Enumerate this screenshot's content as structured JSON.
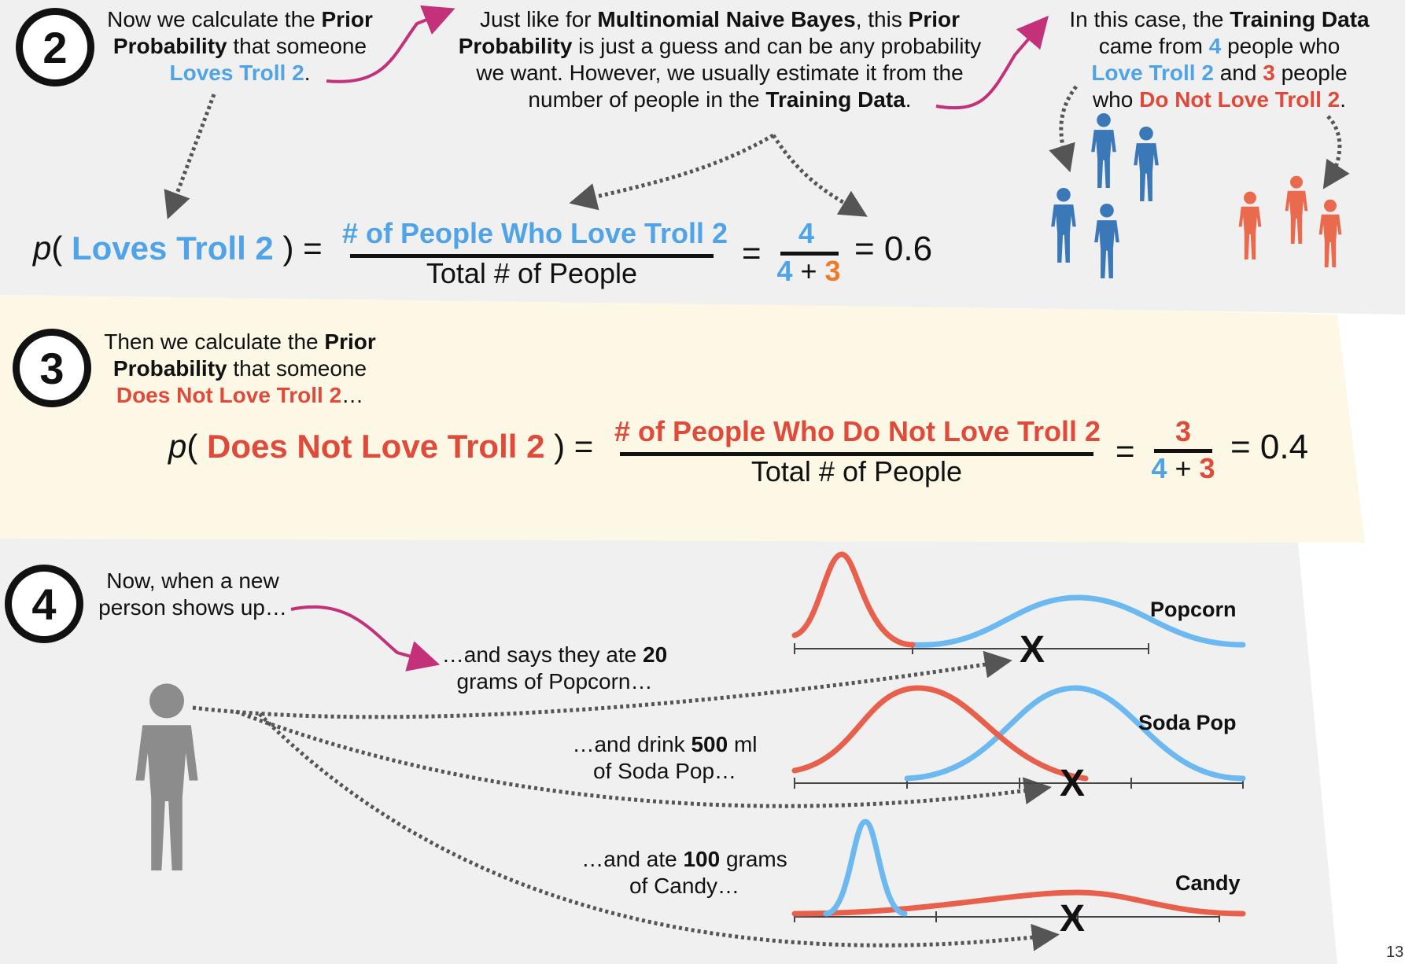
{
  "step2": {
    "number": "2",
    "intro": {
      "t1": "Now we calculate the ",
      "b1": "Prior",
      "b2": "Probability",
      "t2": " that someone",
      "blue": "Loves Troll 2",
      "t3": "."
    },
    "middle": {
      "t1": "Just like for ",
      "b1": "Multinomial Naive Bayes",
      "t2": ", this ",
      "b2": "Prior",
      "b3": "Probability",
      "t3": " is just a guess and can be any probability",
      "line3": "we want. However, we usually estimate it from the",
      "t4": "number of people in the ",
      "b4": "Training Data",
      "t5": "."
    },
    "right": {
      "t1": "In this case, the ",
      "b1": "Training Data",
      "t2": "came from ",
      "n1": "4",
      "t3": " people who",
      "blue": "Love Troll 2",
      "t4": " and ",
      "n2": "3",
      "t5": " people",
      "t6": "who ",
      "red": "Do Not Love Troll 2",
      "t7": "."
    },
    "formula": {
      "p": "p",
      "open": "( ",
      "label": "Loves Troll 2",
      "close": " ) =",
      "numerator": "# of People Who Love Troll 2",
      "denominator": "Total # of People",
      "eq": "=",
      "num": "4",
      "den_a": "4",
      "plus": " + ",
      "den_b": "3",
      "result": "= 0.6"
    }
  },
  "step3": {
    "number": "3",
    "intro": {
      "t1": "Then we calculate the ",
      "b1": "Prior",
      "b2": "Probability",
      "t2": " that someone",
      "red": "Does Not Love Troll 2",
      "t3": "…"
    },
    "formula": {
      "p": "p",
      "open": "( ",
      "label": "Does Not Love Troll 2",
      "close": " ) =",
      "numerator": "# of People Who Do Not Love Troll 2",
      "denominator": "Total # of People",
      "eq": "=",
      "num": "3",
      "den_a": "4",
      "plus": " + ",
      "den_b": "3",
      "result": "= 0.4"
    }
  },
  "step4": {
    "number": "4",
    "intro": {
      "l1": "Now, when a new",
      "l2": "person shows up…"
    },
    "popcorn_text": {
      "t1": "…and says they ate ",
      "b1": "20",
      "l2": "grams of Popcorn…"
    },
    "soda_text": {
      "t1": "…and drink ",
      "b1": "500",
      "t2": " ml",
      "l2": "of Soda Pop…"
    },
    "candy_text": {
      "t1": "…and ate ",
      "b1": "100",
      "t2": " grams",
      "l2": "of Candy…"
    },
    "curves": [
      {
        "label": "Popcorn",
        "marker": "X"
      },
      {
        "label": "Soda Pop",
        "marker": "X"
      },
      {
        "label": "Candy",
        "marker": "X"
      }
    ]
  },
  "colors": {
    "loves": "#6bb9f0",
    "does_not_love": "#e8604c",
    "arrow": "#c2317a",
    "person": "#888888"
  },
  "icons": [
    "person-icon",
    "curved-arrow-icon",
    "dotted-arrow-icon"
  ],
  "page_number": "13"
}
